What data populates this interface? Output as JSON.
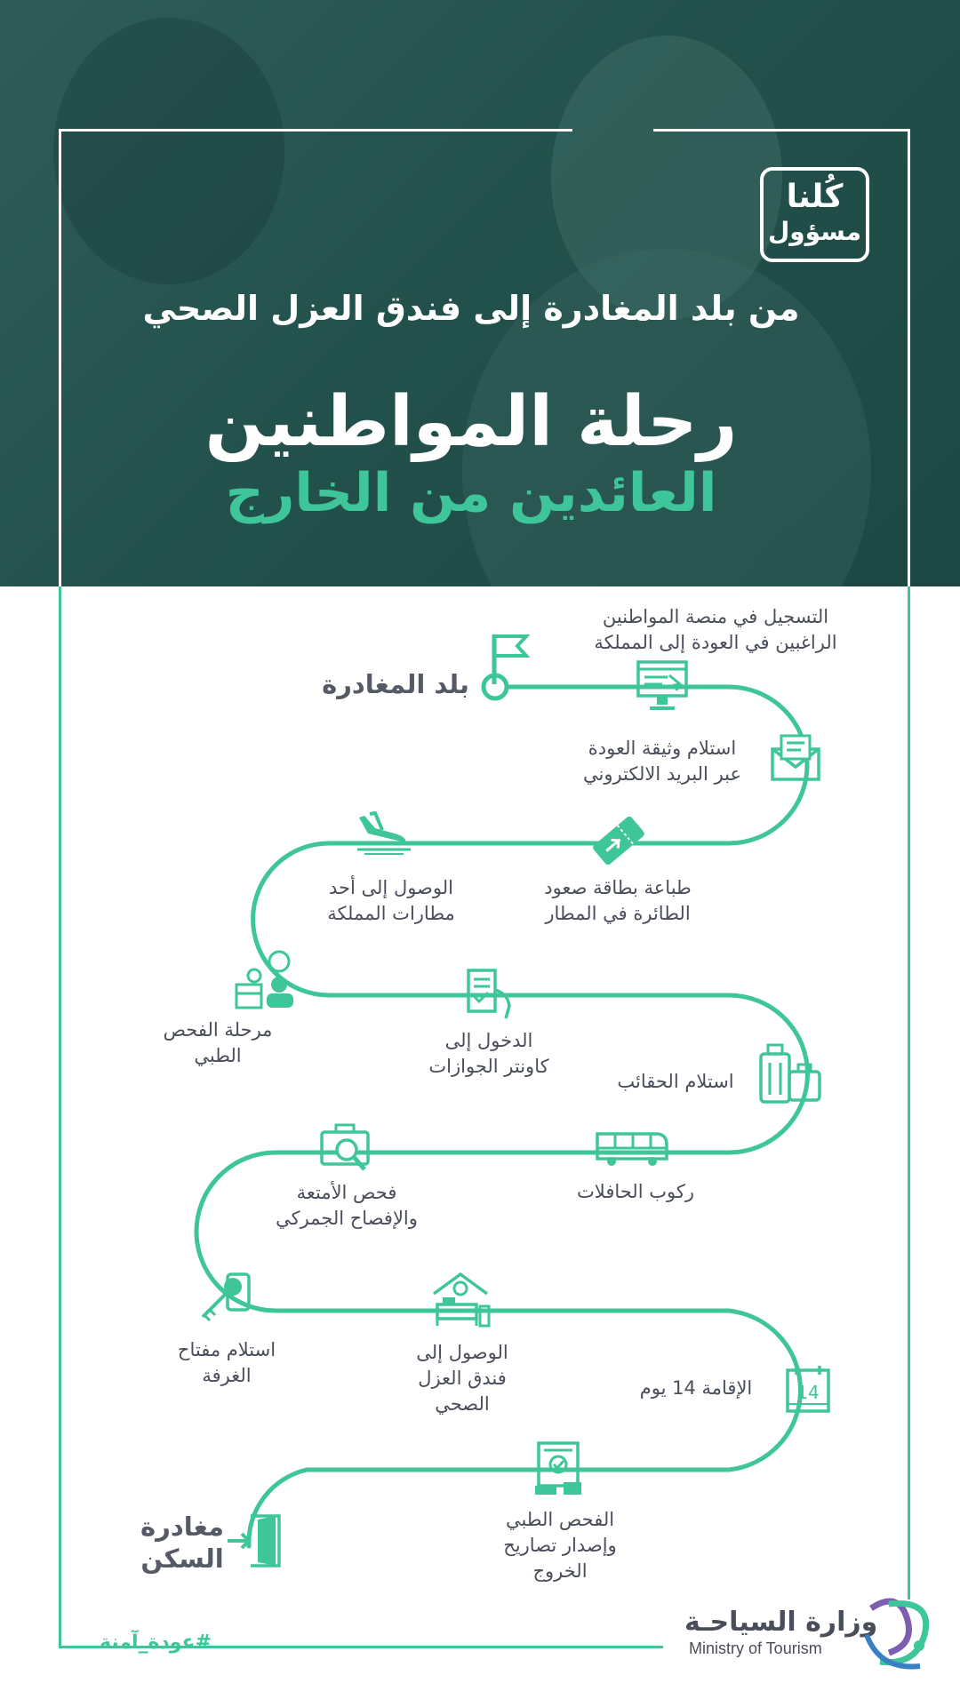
{
  "header": {
    "logo_line1": "كُلنا",
    "logo_line2": "مسؤول",
    "subtitle": "من بلد المغادرة إلى فندق العزل الصحي",
    "title": "رحلة المواطنين",
    "title_highlight": "العائدين من الخارج"
  },
  "steps": [
    {
      "label": "بلد المغادرة",
      "icon": "flag-icon"
    },
    {
      "label": "التسجيل في منصة المواطنين\nالراغبين في العودة إلى المملكة",
      "icon": "computer-icon"
    },
    {
      "label": "استلام وثيقة العودة\nعبر البريد الالكتروني",
      "icon": "envelope-icon"
    },
    {
      "label": "طباعة بطاقة صعود\nالطائرة في المطار",
      "icon": "boarding-pass-icon"
    },
    {
      "label": "الوصول إلى أحد\nمطارات المملكة",
      "icon": "airplane-landing-icon"
    },
    {
      "label": "مرحلة الفحص\nالطبي",
      "icon": "medical-check-icon"
    },
    {
      "label": "الدخول إلى\nكاونتر الجوازات",
      "icon": "passport-icon"
    },
    {
      "label": "استلام الحقائب",
      "icon": "luggage-icon"
    },
    {
      "label": "ركوب الحافلات",
      "icon": "bus-icon"
    },
    {
      "label": "فحص الأمتعة\nوالإفصاح الجمركي",
      "icon": "baggage-scan-icon"
    },
    {
      "label": "استلام مفتاح\nالغرفة",
      "icon": "room-key-icon"
    },
    {
      "label": "الوصول إلى\nفندق العزل\nالصحي",
      "icon": "hotel-icon"
    },
    {
      "label": "الإقامة 14 يوم",
      "icon": "calendar-icon",
      "calendar_number": "14"
    },
    {
      "label": "الفحص الطبي\nوإصدار تصاريح\nالخروج",
      "icon": "certificate-icon"
    },
    {
      "label": "مغادرة\nالسكن",
      "icon": "exit-door-icon"
    }
  ],
  "footer": {
    "hashtag": "#عودة_آمنة",
    "ministry_ar": "وزارة السياحـة",
    "ministry_en": "Ministry of Tourism"
  },
  "colors": {
    "accent": "#3fc59a",
    "hero": "#2a5a55",
    "text": "#4a4e5a"
  }
}
